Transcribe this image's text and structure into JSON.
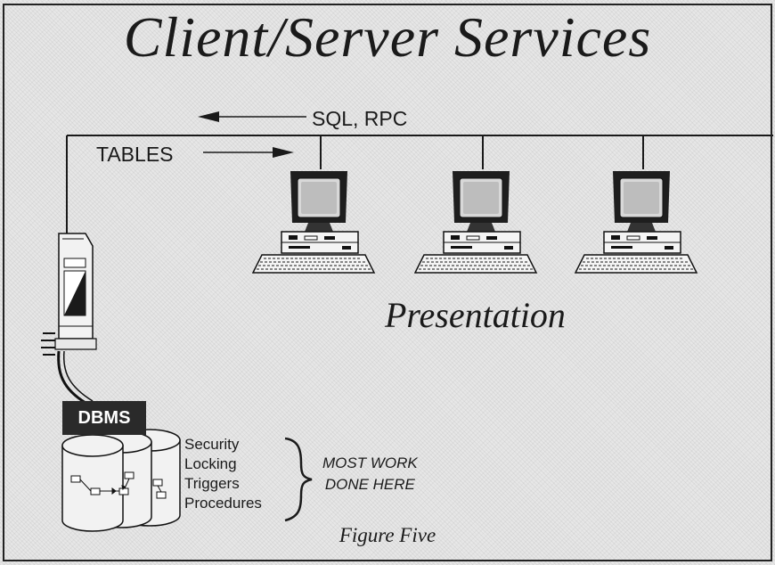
{
  "title": "Client/Server Services",
  "request_label": "SQL, RPC",
  "response_label": "TABLES",
  "presentation_label": "Presentation",
  "dbms_label": "DBMS",
  "services": [
    "Security",
    "Locking",
    "Triggers",
    "Procedures"
  ],
  "note_line1": "MOST WORK",
  "note_line2": "DONE HERE",
  "caption": "Figure Five",
  "workstations": [
    {
      "icon": "workstation-icon"
    },
    {
      "icon": "workstation-icon"
    },
    {
      "icon": "workstation-icon"
    }
  ],
  "colors": {
    "ink": "#1a1a1a",
    "dbms_box": "#2a2a2a",
    "background": "#e7e7e7"
  }
}
